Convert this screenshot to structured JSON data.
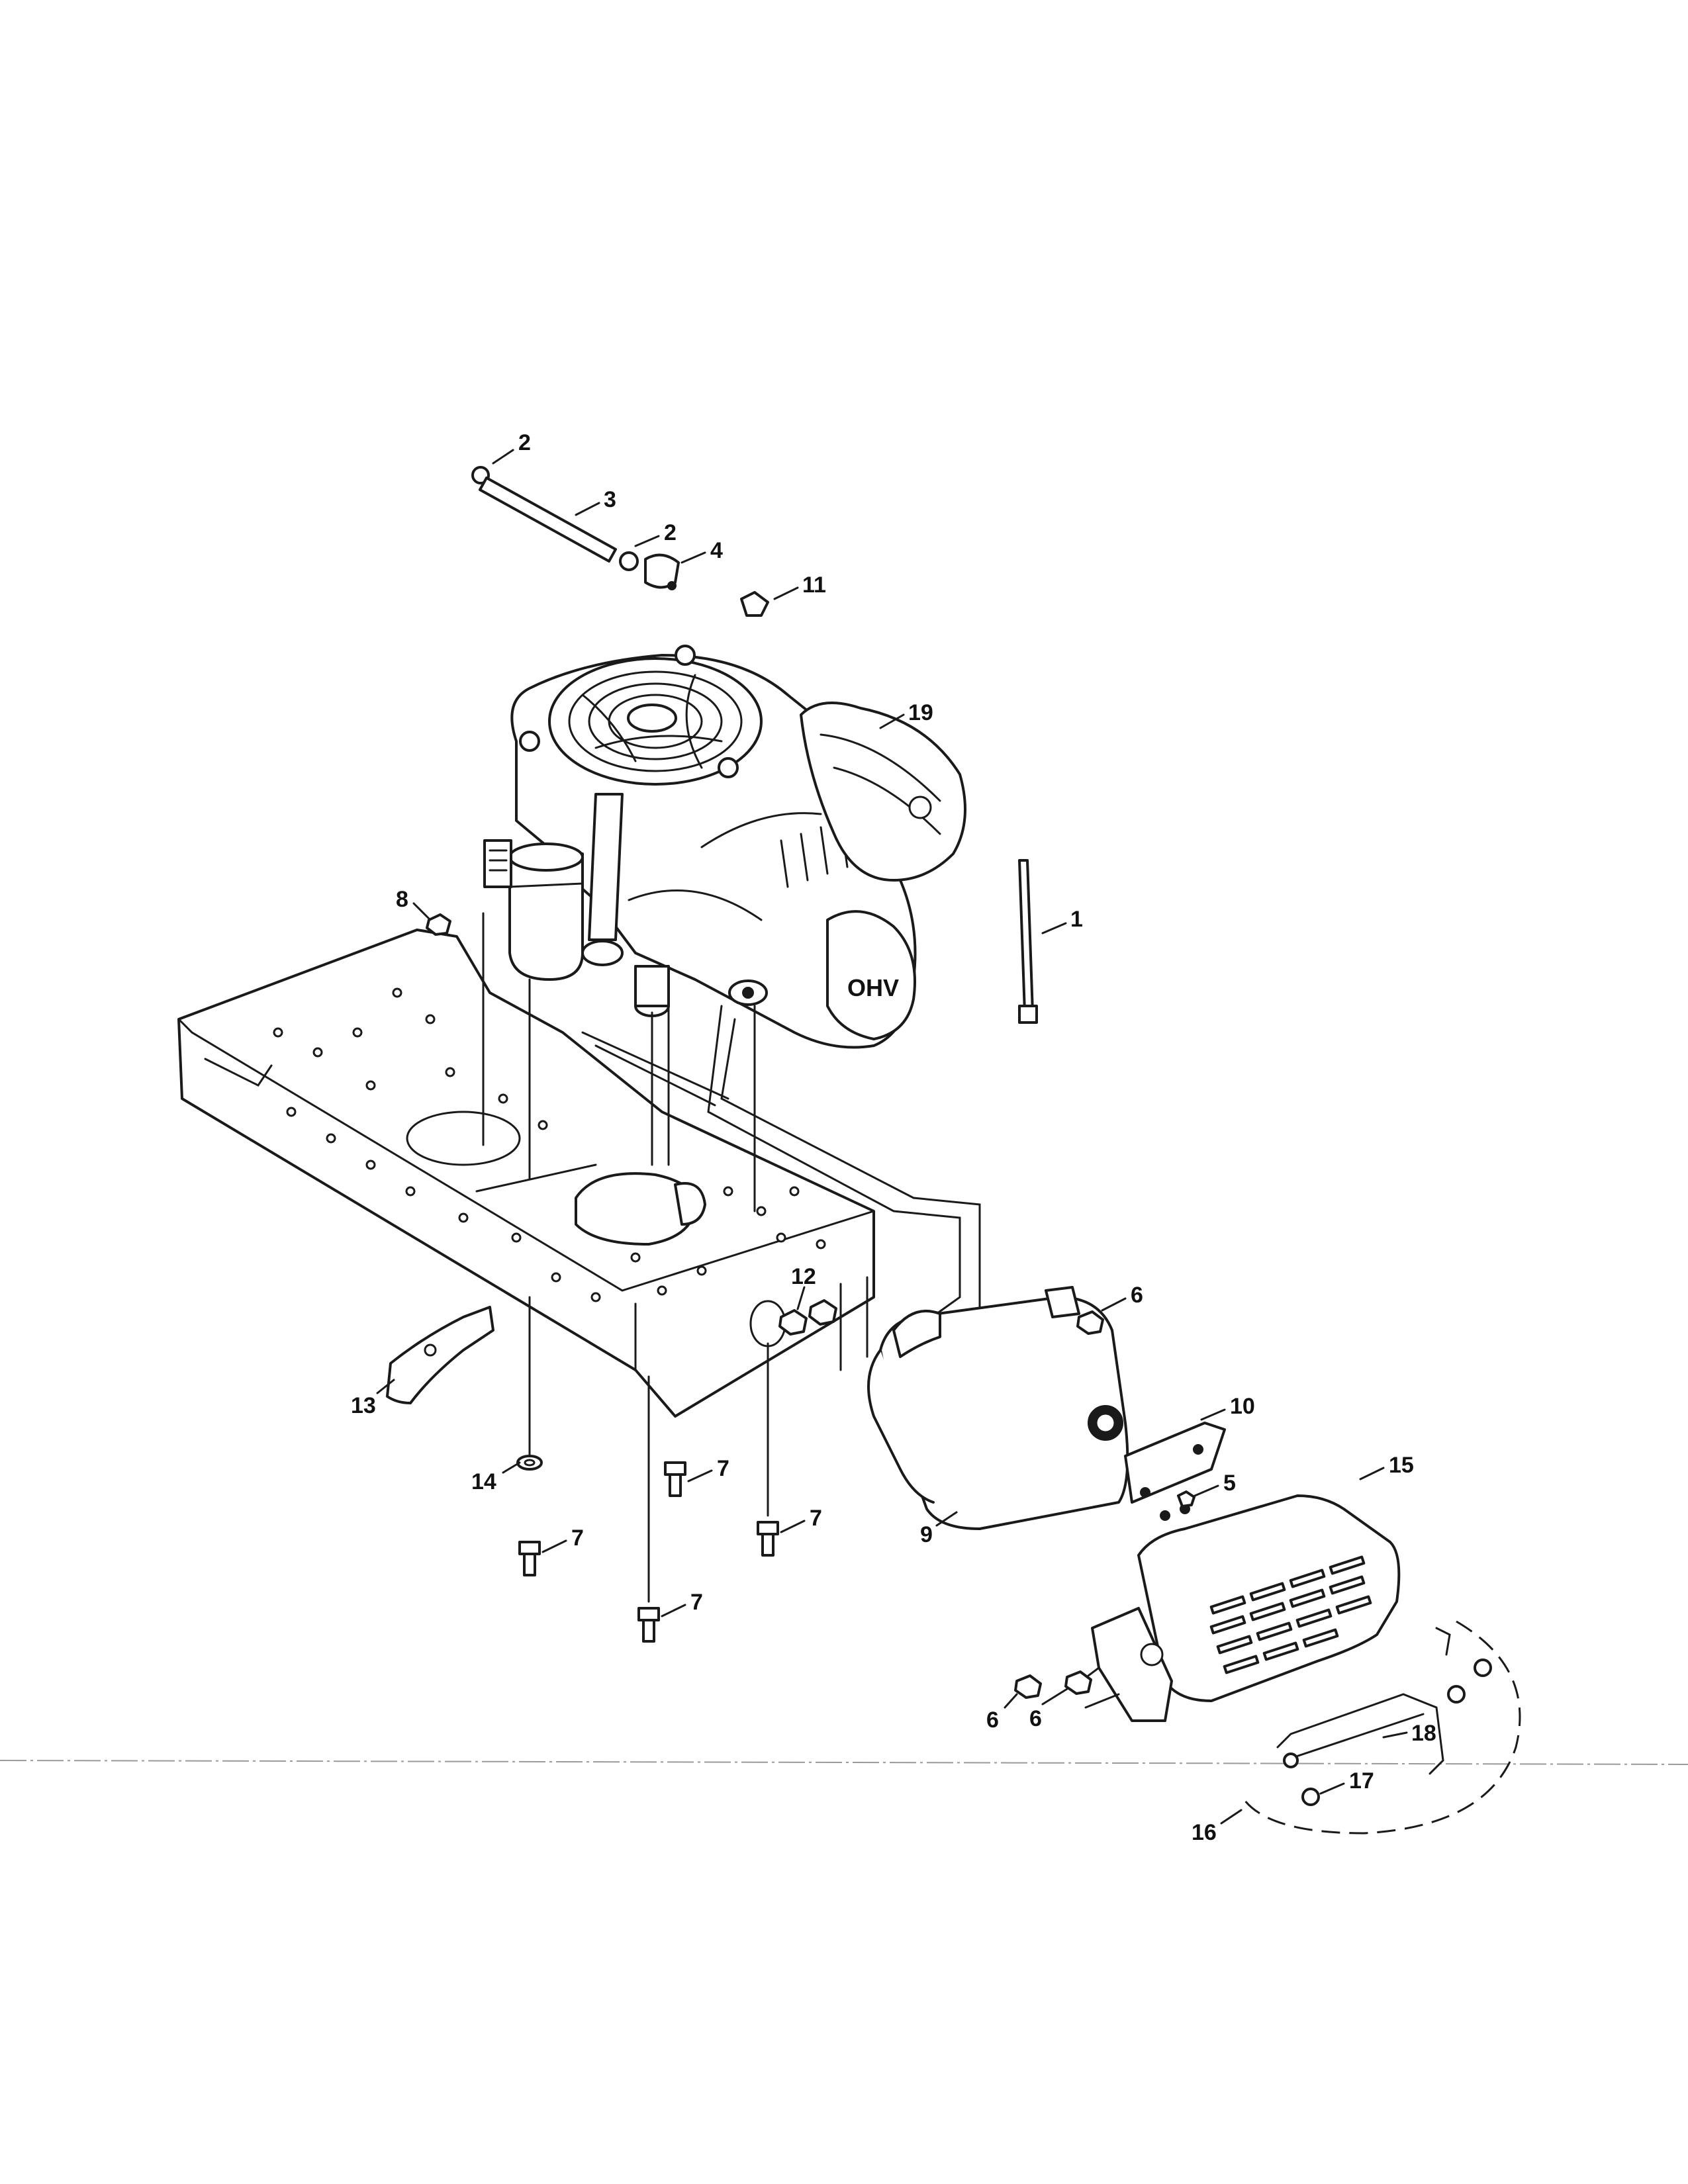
{
  "callouts": [
    {
      "id": "c2a",
      "label": "2"
    },
    {
      "id": "c3",
      "label": "3"
    },
    {
      "id": "c2b",
      "label": "2"
    },
    {
      "id": "c4",
      "label": "4"
    },
    {
      "id": "c11",
      "label": "11"
    },
    {
      "id": "c19",
      "label": "19"
    },
    {
      "id": "c1",
      "label": "1"
    },
    {
      "id": "c8",
      "label": "8"
    },
    {
      "id": "c6a",
      "label": "6"
    },
    {
      "id": "c12",
      "label": "12"
    },
    {
      "id": "c10",
      "label": "10"
    },
    {
      "id": "c5",
      "label": "5"
    },
    {
      "id": "c15",
      "label": "15"
    },
    {
      "id": "c13",
      "label": "13"
    },
    {
      "id": "c14",
      "label": "14"
    },
    {
      "id": "c7a",
      "label": "7"
    },
    {
      "id": "c7b",
      "label": "7"
    },
    {
      "id": "c7c",
      "label": "7"
    },
    {
      "id": "c7d",
      "label": "7"
    },
    {
      "id": "c9",
      "label": "9"
    },
    {
      "id": "c6b",
      "label": "6"
    },
    {
      "id": "c6c",
      "label": "6"
    },
    {
      "id": "c18",
      "label": "18"
    },
    {
      "id": "c17",
      "label": "17"
    },
    {
      "id": "c16",
      "label": "16"
    }
  ],
  "engine": {
    "badge_text": "OHV"
  }
}
